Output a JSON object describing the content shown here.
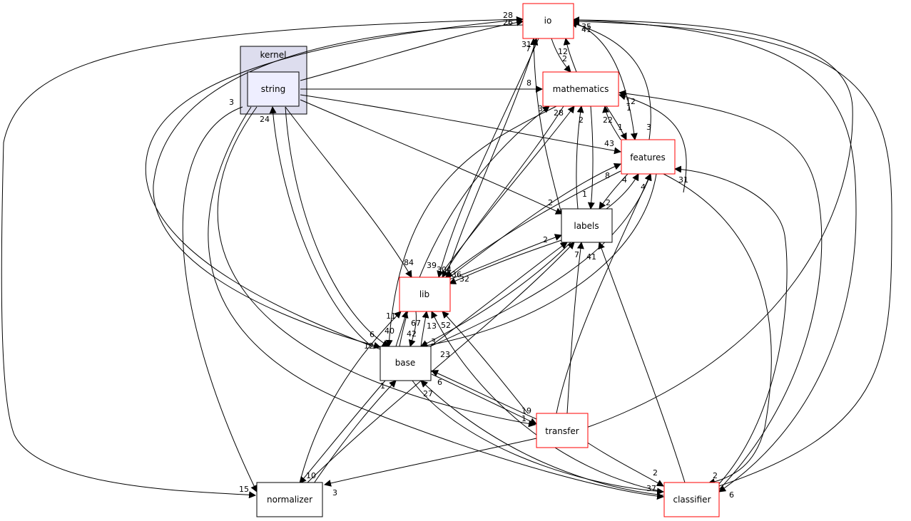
{
  "cluster": {
    "label": "kernel"
  },
  "nodes": {
    "io": "io",
    "mathematics": "mathematics",
    "features": "features",
    "labels": "labels",
    "lib": "lib",
    "base": "base",
    "string": "string",
    "transfer": "transfer",
    "normalizer": "normalizer",
    "classifier": "classifier"
  },
  "edge_labels": [
    "28",
    "26",
    "31",
    "7",
    "12",
    "2",
    "35",
    "41",
    "8",
    "33",
    "28",
    "2",
    "22",
    "1",
    "12",
    "1",
    "43",
    "3",
    "8",
    "1",
    "4",
    "4",
    "2",
    "31",
    "2",
    "2",
    "84",
    "39",
    "304",
    "136",
    "32",
    "24",
    "3",
    "11",
    "40",
    "67",
    "42",
    "13",
    "52",
    "6",
    "12",
    "3",
    "23",
    "1",
    "6",
    "27",
    "19",
    "1",
    "7",
    "41",
    "10",
    "15",
    "3",
    "2",
    "37",
    "2",
    "6"
  ],
  "colors": {
    "border_red": "#ff0000",
    "border_black": "#000000",
    "cluster_fill": "#ddddee",
    "cluster_stroke": "#000000",
    "string_fill": "#eeeeff"
  }
}
